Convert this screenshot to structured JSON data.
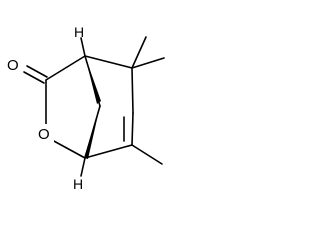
{
  "structure": {
    "atoms": {
      "carbonyl_oxygen": "O",
      "ring_oxygen": "O",
      "stereo_h_top": "H",
      "stereo_h_bottom": "H"
    },
    "colors": {
      "bond": "#000000",
      "background": "#ffffff"
    }
  }
}
